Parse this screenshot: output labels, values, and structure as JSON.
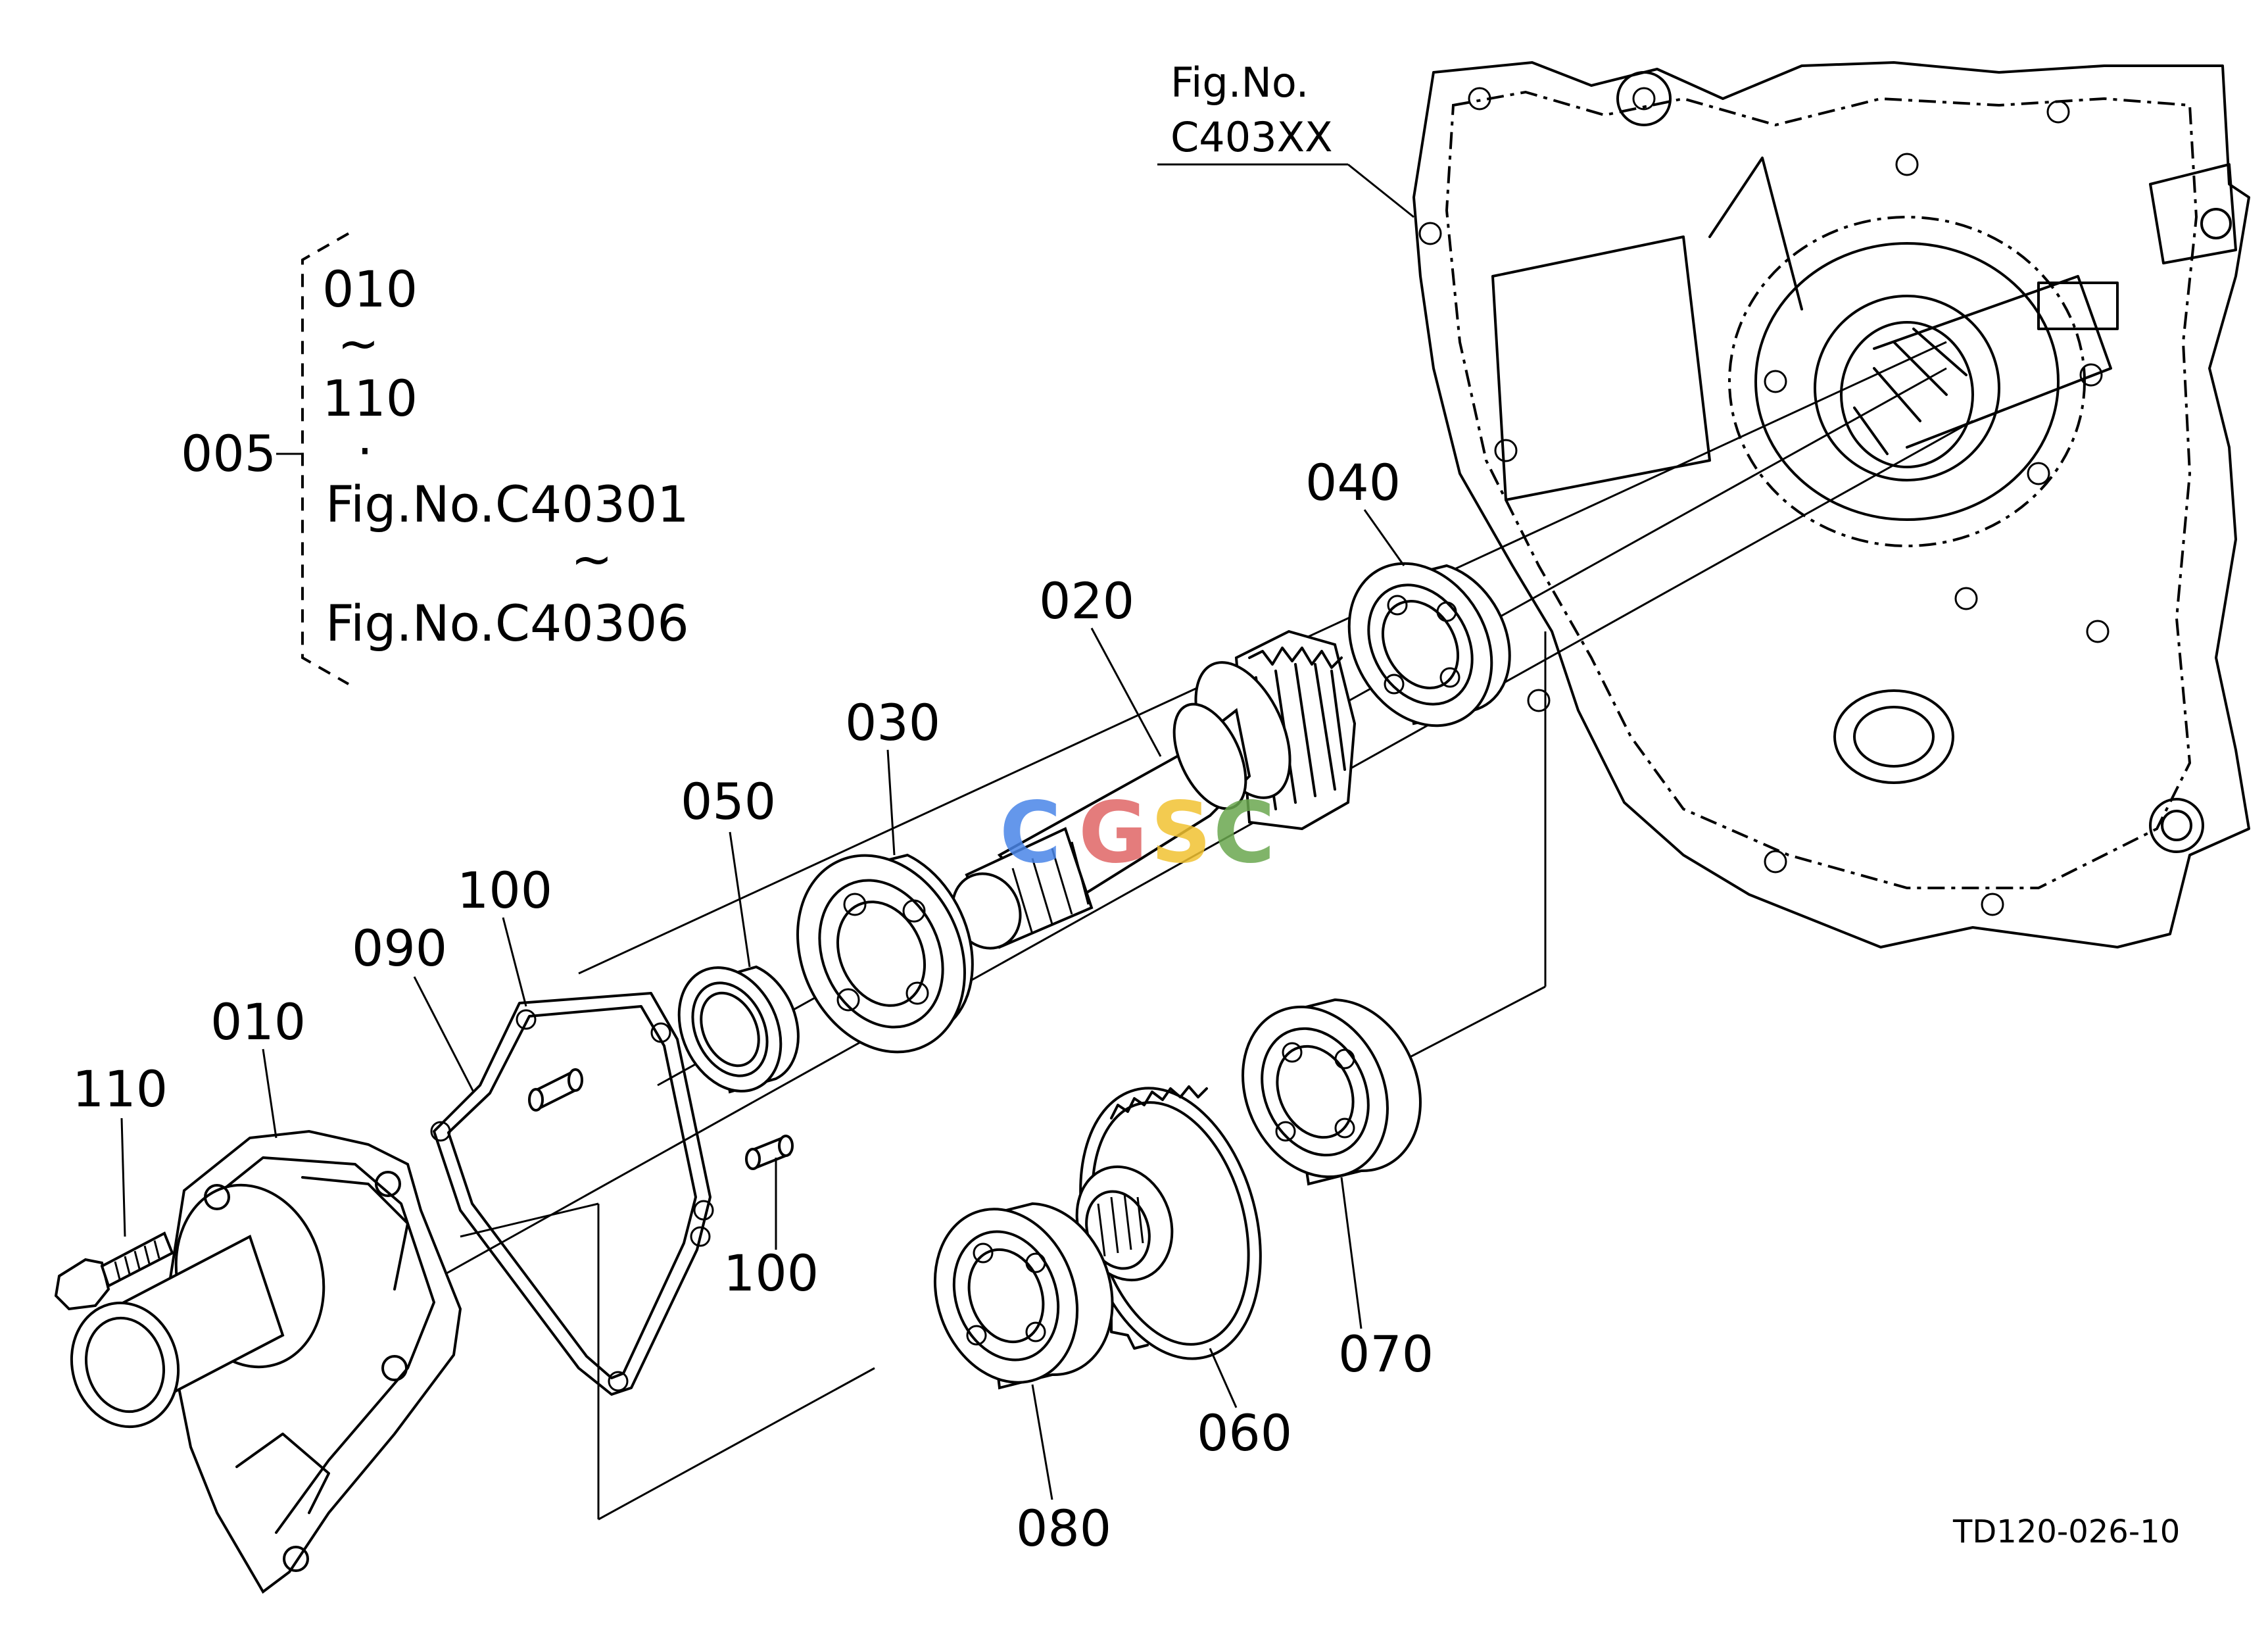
{
  "reference_fig": {
    "line1": "Fig.No.",
    "line2": "C403XX"
  },
  "group": {
    "id": "005",
    "range_start": "010",
    "tilde1": "~",
    "range_end": "110",
    "dot": "·",
    "fig_start": "Fig.No.C40301",
    "tilde2": "~",
    "fig_end": "Fig.No.C40306"
  },
  "part_labels": {
    "p010": "010",
    "p020": "020",
    "p030": "030",
    "p040": "040",
    "p050": "050",
    "p060": "060",
    "p070": "070",
    "p080": "080",
    "p090": "090",
    "p100a": "100",
    "p100b": "100",
    "p110": "110"
  },
  "watermark": {
    "c1": "C",
    "g": "G",
    "s": "S",
    "c2": "C"
  },
  "colors": {
    "wm_blue": "#4a86e8",
    "wm_red": "#e06666",
    "wm_yellow": "#f1c232",
    "wm_green": "#6aa84f"
  },
  "drawing_code": "TD120-026-10"
}
